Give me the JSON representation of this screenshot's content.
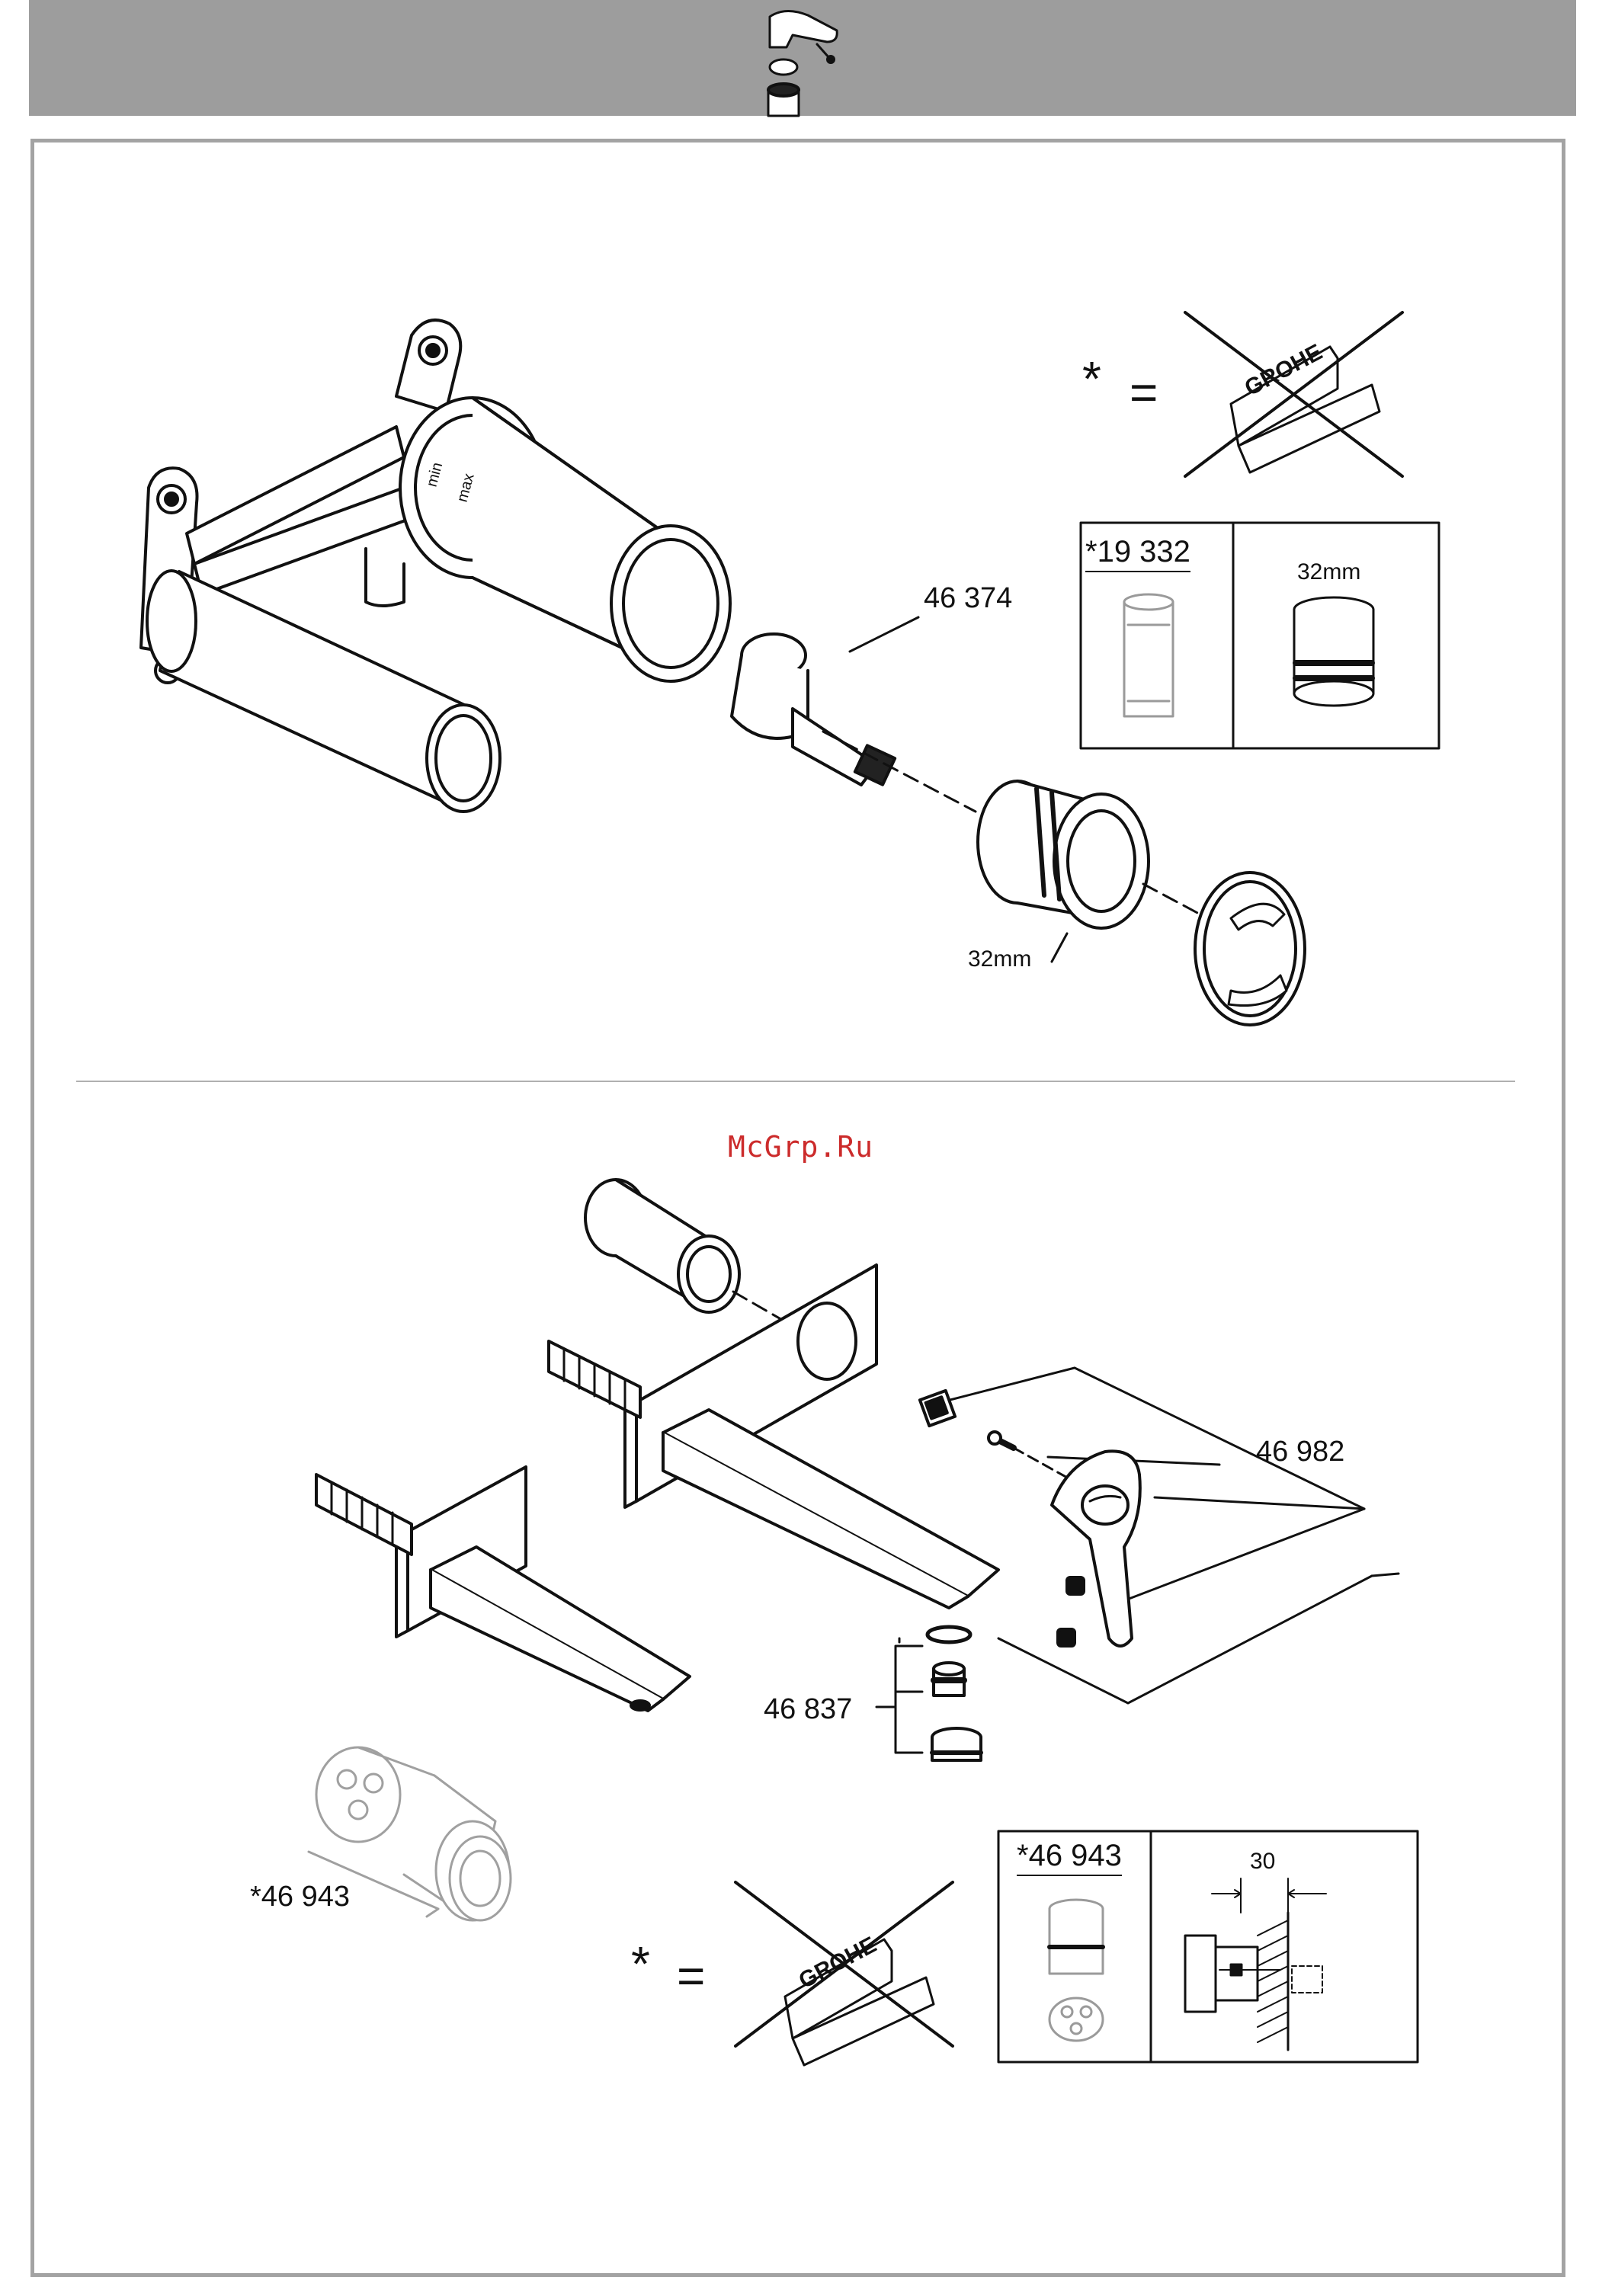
{
  "header_icon": "lever-handle-cartridge-icon",
  "watermark": "McGrp.Ru",
  "upper_section": {
    "cartridge_part": "46 374",
    "hex_nut_size": "32mm",
    "min_label": "min",
    "max_label": "max",
    "note_star": "*",
    "note_equals": "=",
    "brand_on_cleaner": "GROHE",
    "tool_box": {
      "part": "*19 332",
      "size": "32mm"
    }
  },
  "lower_section": {
    "handle_part": "46 982",
    "aerator_part": "46 837",
    "extension_part": "*46 943",
    "note_star": "*",
    "note_equals": "=",
    "brand_on_cleaner": "GROHE",
    "extension_box": {
      "part": "*46 943",
      "dimension": "30"
    }
  }
}
